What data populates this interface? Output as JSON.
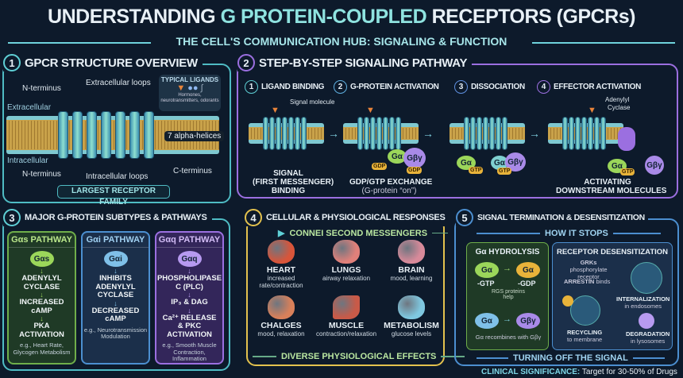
{
  "header": {
    "title_pre": "UNDERSTANDING",
    "title_hl": "G PROTEIN-COUPLED",
    "title_post": "RECEPTORS (GPCRs)",
    "subtitle": "THE CELL'S COMMUNICATION HUB: SIGNALING & FUNCTION"
  },
  "colors": {
    "bg": "#0d1a2b",
    "teal": "#5fd0d6",
    "purple": "#9b6fe0",
    "yellow": "#e3c24e",
    "blue": "#4c8fd0"
  },
  "s1": {
    "num": "1",
    "title": "GPCR STRUCTURE OVERVIEW",
    "n_top": "N-terminus",
    "ext_loops": "Extracellular loops",
    "extracellular": "Extracellular",
    "intracellular": "Intracellular",
    "n_bottom": "N-terminus",
    "int_loops": "Intracellular loops",
    "c_term": "C-terminus",
    "ligands_title": "TYPICAL LIGANDS",
    "ligands_desc": "Hormones, neurotransmitters, odorants",
    "helices": "7 alpha-helices",
    "footer": "LARGEST RECEPTOR FAMILY"
  },
  "s2": {
    "num": "2",
    "title": "STEP-BY-STEP SIGNALING PATHWAY",
    "steps": [
      {
        "num": "1",
        "title": "LIGAND BINDING",
        "note": "Signal molecule",
        "cap1": "SIGNAL",
        "cap2": "(FIRST MESSENGER)",
        "cap3": "BINDING"
      },
      {
        "num": "2",
        "title": "G-PROTEIN ACTIVATION",
        "cap1": "GDP/GTP EXCHANGE",
        "cap2": "(G-protein “on”)"
      },
      {
        "num": "3",
        "title": "DISSOCIATION"
      },
      {
        "num": "4",
        "title": "EFFECTOR ACTIVATION",
        "note1": "Adenylyl",
        "note2": "Cyclase",
        "cap1": "ACTIVATING",
        "cap2": "DOWNSTREAM MOLECULES"
      }
    ],
    "ga": "Gα",
    "gbg": "Gβγ",
    "gdp": "GDP",
    "gtp": "GTP"
  },
  "s3": {
    "num": "3",
    "title": "MAJOR G-PROTEIN SUBTYPES & PATHWAYS",
    "cards": [
      {
        "title": "Gαs PATHWAY",
        "pill": "Gαs",
        "items": [
          "ADENYLYL CYCLASE",
          "INCREASED cAMP",
          "PKA ACTIVATION"
        ],
        "eg": "e.g., Heart Rate, Glycogen Metabolism"
      },
      {
        "title": "Gαi PATHWAY",
        "pill": "Gαi",
        "items": [
          "INHIBITS ADENYLYL CYCLASE",
          "DECREASED cAMP"
        ],
        "eg": "e.g., Neurotransmission Modulation"
      },
      {
        "title": "Gαq PATHWAY",
        "pill": "Gαq",
        "items": [
          "PHOSPHOLIPASE C (PLC)",
          "IP₃ & DAG",
          "Ca²⁺ RELEASE & PKC ACTIVATION"
        ],
        "eg": "e.g., Smooth Muscle Contraction, Inflammation"
      }
    ],
    "arrow": "↓"
  },
  "s4": {
    "num": "4",
    "title": "CELLULAR & PHYSIOLOGICAL RESPONSES",
    "subtitle": "CONNEI SECOND MESSENGERS",
    "organs": [
      {
        "name": "HEART",
        "desc": "increased rate/contraction"
      },
      {
        "name": "LUNGS",
        "desc": "airway relaxation"
      },
      {
        "name": "BRAIN",
        "desc": "mood, learning"
      },
      {
        "name": "CHALGES",
        "desc": "mood, relaxation"
      },
      {
        "name": "MUSCLE",
        "desc": "contraction/relaxation"
      },
      {
        "name": "METABOLISM",
        "desc": "glucose levels"
      }
    ],
    "footer": "DIVERSE PHYSIOLOGICAL EFFECTS"
  },
  "s5": {
    "num": "5",
    "title": "SIGNAL TERMINATION & DESENSITIZATION",
    "subtitle": "HOW IT STOPS",
    "hyd": {
      "title": "Gα HYDROLYSIS",
      "ga": "Gα",
      "gtp": "-GTP",
      "gdp": "-GDP",
      "rgs": "RGS proteins help",
      "gbg": "Gβγ",
      "recomb": "Gα recombines with Gβγ"
    },
    "des": {
      "title": "RECEPTOR DESENSITIZATION",
      "grk_b": "GRKs",
      "grk": "phosphorylate receptor",
      "arr_b": "ARRESTIN",
      "arr": "binds",
      "int_b": "INTERNALIZATION",
      "int": "in endosomes",
      "rec_b": "RECYCLING",
      "rec": "to membrane",
      "deg_b": "DEGRADATION",
      "deg": "in lysosomes"
    },
    "footer": "TURNING OFF THE SIGNAL"
  },
  "clinical": {
    "label": "CLINICAL SIGNIFICANCE:",
    "text": "Target for 30-50% of Drugs"
  }
}
